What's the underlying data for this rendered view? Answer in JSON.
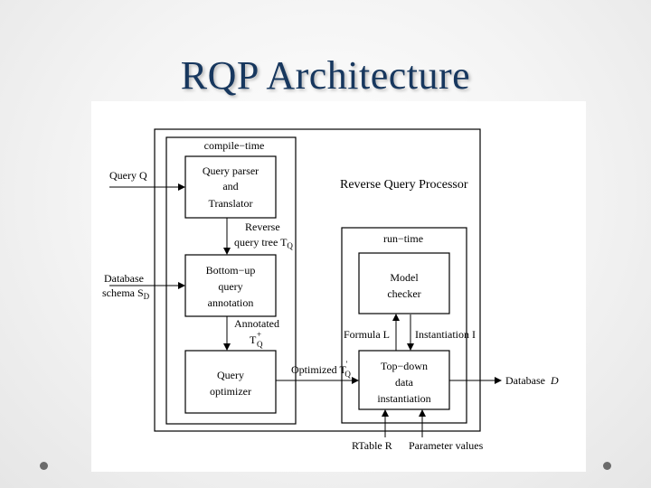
{
  "slide": {
    "title": "RQP Architecture"
  },
  "diagram": {
    "outer_label": "Reverse Query Processor",
    "compile_time": {
      "label": "compile−time",
      "parser_box": [
        "Query parser",
        "and",
        "Translator"
      ],
      "bottom_up_box": [
        "Bottom−up",
        "query",
        "annotation"
      ],
      "optimizer_box": [
        "Query",
        "optimizer"
      ]
    },
    "run_time": {
      "label": "run−time",
      "model_checker_box": [
        "Model",
        "checker"
      ],
      "top_down_box": [
        "Top−down",
        "data",
        "instantiation"
      ]
    },
    "flow_labels": {
      "query_input": "Query Q",
      "schema_input_line1": "Database",
      "schema_input_line2": "schema S",
      "schema_sub": "D",
      "reverse_tree_line1": "Reverse",
      "reverse_tree_line2": "query tree T",
      "reverse_tree_sub": "Q",
      "annotated_line1": "Annotated",
      "annotated_T": "T",
      "annotated_sup": "+",
      "annotated_sub": "Q",
      "optimized": "Optimized T",
      "optimized_sup": "'",
      "optimized_sub": "Q",
      "formula": "Formula L",
      "instantiation": "Instantiation I",
      "output": "Database",
      "output_italic": "D",
      "rtable_input": "RTable R",
      "params_input": "Parameter values"
    }
  }
}
